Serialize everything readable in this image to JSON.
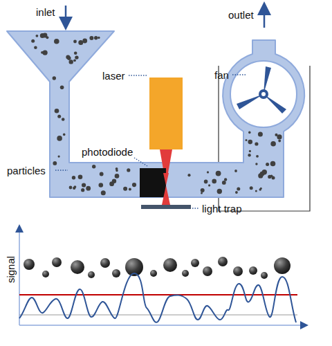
{
  "diagram": {
    "labels": [
      "inlet",
      "outlet",
      "fan",
      "laser",
      "photodiode",
      "particles",
      "light trap",
      "signal"
    ]
  }
}
